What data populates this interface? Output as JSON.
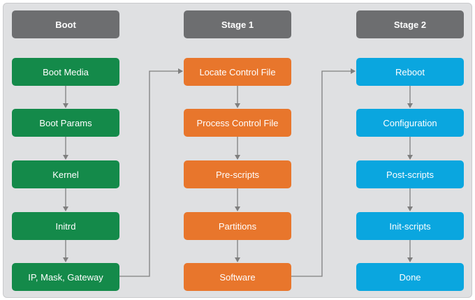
{
  "colors": {
    "header": "#6d6e70",
    "boot": "#148a4a",
    "stage1": "#e8762c",
    "stage2": "#0aa6df",
    "arrow": "#7f7f7f"
  },
  "columns": [
    {
      "header": "Boot",
      "steps": [
        "Boot Media",
        "Boot Params",
        "Kernel",
        "Initrd",
        "IP, Mask, Gateway"
      ]
    },
    {
      "header": "Stage 1",
      "steps": [
        "Locate Control File",
        "Process Control File",
        "Pre-scripts",
        "Partitions",
        "Software"
      ]
    },
    {
      "header": "Stage 2",
      "steps": [
        "Reboot",
        "Configuration",
        "Post-scripts",
        "Init-scripts",
        "Done"
      ]
    }
  ]
}
